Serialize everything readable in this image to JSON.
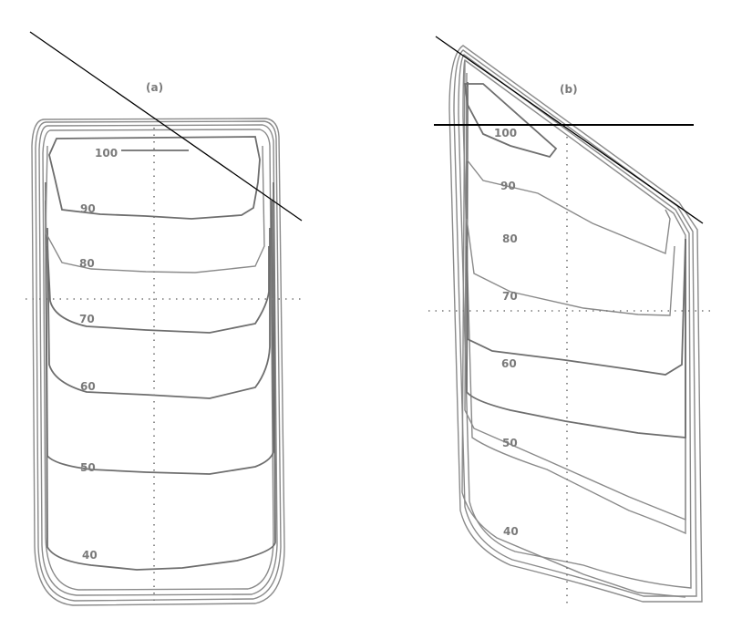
{
  "panels": [
    {
      "label": "(a)",
      "isodose_labels": [
        "100",
        "90",
        "80",
        "70",
        "60",
        "50",
        "40"
      ]
    },
    {
      "label": "(b)",
      "isodose_labels": [
        "100",
        "90",
        "80",
        "70",
        "60",
        "50",
        "40"
      ]
    }
  ],
  "colors": {
    "contour": "#8a8a8a",
    "reference_line": "#000000",
    "axis": "#777777"
  }
}
